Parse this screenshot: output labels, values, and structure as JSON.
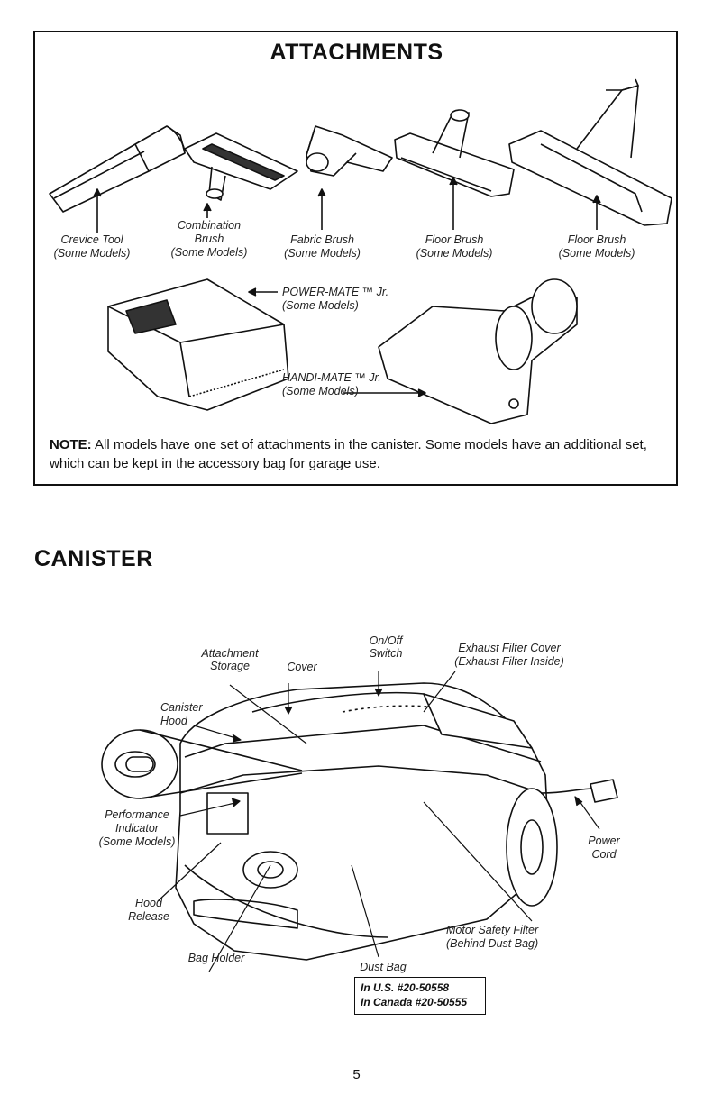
{
  "attachments": {
    "title": "ATTACHMENTS",
    "items": [
      {
        "name": "Crevice Tool",
        "note": "(Some Models)"
      },
      {
        "name": "Combination",
        "name2": "Brush",
        "note": "(Some Models)"
      },
      {
        "name": "Fabric Brush",
        "note": "(Some Models)"
      },
      {
        "name": "Floor Brush",
        "note": "(Some Models)"
      },
      {
        "name": "Floor Brush",
        "note": "(Some Models)"
      }
    ],
    "power_mate": {
      "name": "POWER-MATE ™ Jr.",
      "note": "(Some Models)"
    },
    "handi_mate": {
      "name": "HANDI-MATE ™ Jr.",
      "note": "(Some Models)"
    },
    "note_label": "NOTE:",
    "note_text": "All models have one set of attachments in the canister. Some models have an additional set, which can be kept in the accessory bag for garage use."
  },
  "canister": {
    "title": "CANISTER",
    "labels": {
      "attachment_storage": "Attachment Storage",
      "cover": "Cover",
      "on_off": "On/Off Switch",
      "exhaust_1": "Exhaust Filter Cover",
      "exhaust_2": "(Exhaust Filter Inside)",
      "canister_hood_1": "Canister",
      "canister_hood_2": "Hood",
      "perf_1": "Performance",
      "perf_2": "Indicator",
      "perf_3": "(Some Models)",
      "power_1": "Power",
      "power_2": "Cord",
      "hood_release_1": "Hood",
      "hood_release_2": "Release",
      "motor_1": "Motor Safety Filter",
      "motor_2": "(Behind Dust Bag)",
      "bag_holder": "Bag Holder",
      "dust_bag": "Dust Bag"
    },
    "part_us": "In U.S. #20-50558",
    "part_ca": "In Canada #20-50555"
  },
  "page_number": "5"
}
